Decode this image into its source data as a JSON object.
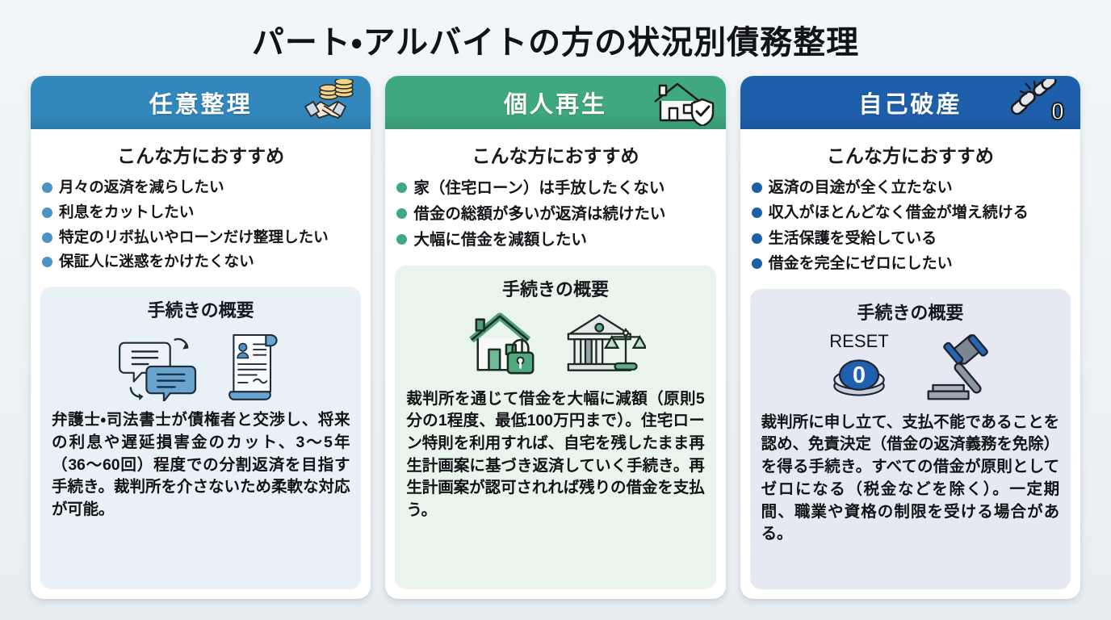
{
  "title": "パート・アルバイトの方の状況別債務整理",
  "theme": {
    "page_bg": "#eef2f5",
    "card_bg": "#ffffff"
  },
  "cards": [
    {
      "id": "nini-seiri",
      "header_title": "任意整理",
      "header_color": "#3287bd",
      "header_icon": "handshake-coins-icon",
      "bullet_color": "#4a93c4",
      "summary_bg": "#e8f1f5",
      "recommend_heading": "こんな方におすすめ",
      "recommend_items": [
        "月々の返済を減らしたい",
        "利息をカットしたい",
        "特定のリボ払いやローンだけ整理したい",
        "保証人に迷惑をかけたくない"
      ],
      "summary_heading": "手続きの概要",
      "summary_icons": [
        "speech-bubbles-negotiation-icon",
        "contract-document-icon"
      ],
      "summary_text": "弁護士・司法書士が債権者と交渉し、将来の利息や遅延損害金のカット、3〜5年（36〜60回）程度での分割返済を目指す手続き。裁判所を介さないため柔軟な対応が可能。"
    },
    {
      "id": "kojin-saisei",
      "header_title": "個人再生",
      "header_color": "#3fa87e",
      "header_icon": "house-shield-icon",
      "bullet_color": "#41a97f",
      "summary_bg": "#e9f4ec",
      "recommend_heading": "こんな方におすすめ",
      "recommend_items": [
        "家（住宅ローン）は手放したくない",
        "借金の総額が多いが返済は続けたい",
        "大幅に借金を減額したい"
      ],
      "summary_heading": "手続きの概要",
      "summary_icons": [
        "house-lock-icon",
        "courthouse-scales-icon"
      ],
      "summary_text": "裁判所を通じて借金を大幅に減額（原則5分の1程度、最低100万円まで）。住宅ローン特則を利用すれば、自宅を残したまま再生計画案に基づき返済していく手続き。再生計画案が認可されれば残りの借金を支払う。"
    },
    {
      "id": "jiko-hasan",
      "header_title": "自己破産",
      "header_color": "#1e5fac",
      "header_icon": "broken-chain-zero-icon",
      "bullet_color": "#205ea8",
      "summary_bg": "#e6e8f2",
      "recommend_heading": "こんな方におすすめ",
      "recommend_items": [
        "返済の目途が全く立たない",
        "収入がほとんどなく借金が増え続ける",
        "生活保護を受給している",
        "借金を完全にゼロにしたい"
      ],
      "summary_heading": "手続きの概要",
      "summary_icons": [
        "reset-button-zero-icon",
        "gavel-icon"
      ],
      "summary_reset_label": "RESET",
      "summary_reset_value": "0",
      "summary_text": "裁判所に申し立て、支払不能であることを認め、免責決定（借金の返済義務を免除）を得る手続き。すべての借金が原則としてゼロになる（税金などを除く）。一定期間、職業や資格の制限を受ける場合がある。"
    }
  ]
}
